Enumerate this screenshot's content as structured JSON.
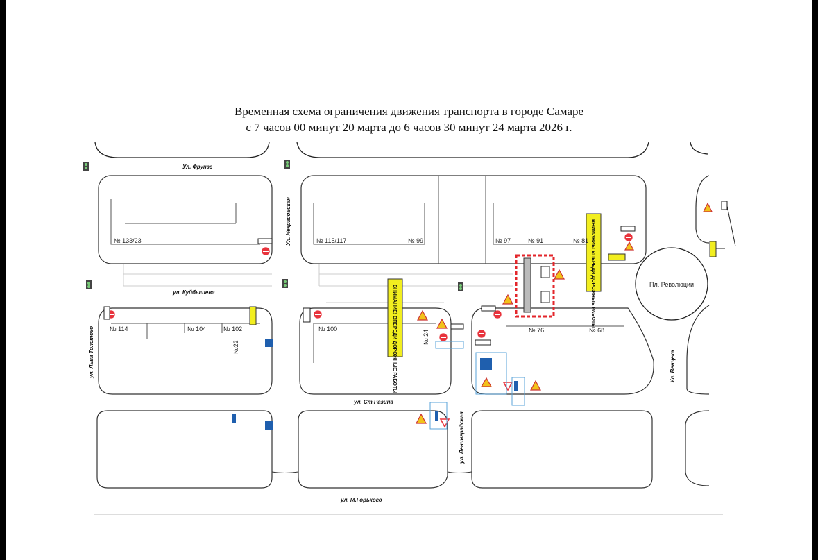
{
  "title": {
    "line1": "Временная схема ограничения движения транспорта в городе Самаре",
    "line2": "с 7 часов 00 минут 20 марта до 6 часов 30 минут 24 марта 2026 г."
  },
  "streets": {
    "frunze": "Ул. Фрунзе",
    "nekrasovskaya": "Ул. Некрасовская",
    "kuybysheva": "ул. Куйбышева",
    "lva_tolstogo": "ул. Льва Толстого",
    "st_razina": "ул. Ст.Разина",
    "leningradskaya": "ул. Ленинградская",
    "m_gorkogo": "ул. М.Горького",
    "venceka": "Ул. Венцека",
    "revolution_square": "Пл. Революции"
  },
  "buildings": [
    "№ 133/23",
    "№ 115/117",
    "№ 99",
    "№ 97",
    "№ 91",
    "№ 81",
    "№ 114",
    "№ 104",
    "№ 102",
    "№ 100",
    "№ 24",
    "№ 76",
    "№ 68",
    "№22"
  ],
  "warning_banner": "ВНИМАНИЕ! ВПЕРЕДИ ДОРОЖНЫЕ РАБОТЫ",
  "colors": {
    "banner": "#f2ee1f",
    "no_entry": "#e8333c",
    "work_zone": "#e3262b",
    "info_sign": "#1f5fae",
    "warning": "#f2c21a"
  }
}
